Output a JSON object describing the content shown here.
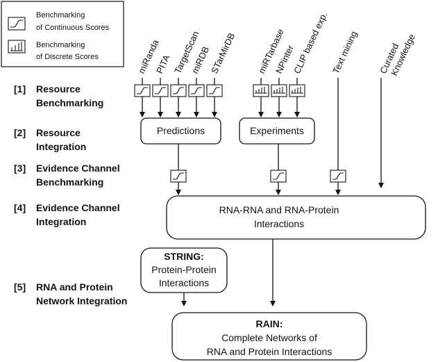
{
  "legend": {
    "continuous": [
      "Benchmarking",
      "of Continuous Scores"
    ],
    "discrete": [
      "Benchmarking",
      "of Discrete Scores"
    ]
  },
  "stages": [
    {
      "num": "[1]",
      "lines": [
        "Resource",
        "Benchmarking"
      ]
    },
    {
      "num": "[2]",
      "lines": [
        "Resource",
        "Integration"
      ]
    },
    {
      "num": "[3]",
      "lines": [
        "Evidence Channel",
        "Benchmarking"
      ]
    },
    {
      "num": "[4]",
      "lines": [
        "Evidence Channel",
        "Integration"
      ]
    },
    {
      "num": "[5]",
      "lines": [
        "RNA and Protein",
        "Network Integration"
      ]
    }
  ],
  "prediction_sources": [
    "miRanda",
    "PITA",
    "TargetScan",
    "miRDB",
    "STarMirDB"
  ],
  "experiment_sources": [
    "miRTarbase",
    "NPinter",
    "CLIP based exp."
  ],
  "other_sources": [
    "Text mining"
  ],
  "curated_knowledge": [
    "Curated",
    "Knowledge"
  ],
  "boxes": {
    "predictions": "Predictions",
    "experiments": "Experiments",
    "interactions": [
      "RNA-RNA and RNA-Protein",
      "Interactions"
    ],
    "string_title": "STRING:",
    "string_lines": [
      "Protein-Protein",
      "Interactions"
    ],
    "rain_title": "RAIN:",
    "rain_lines": [
      "Complete Networks of",
      "RNA and Protein Interactions"
    ]
  }
}
